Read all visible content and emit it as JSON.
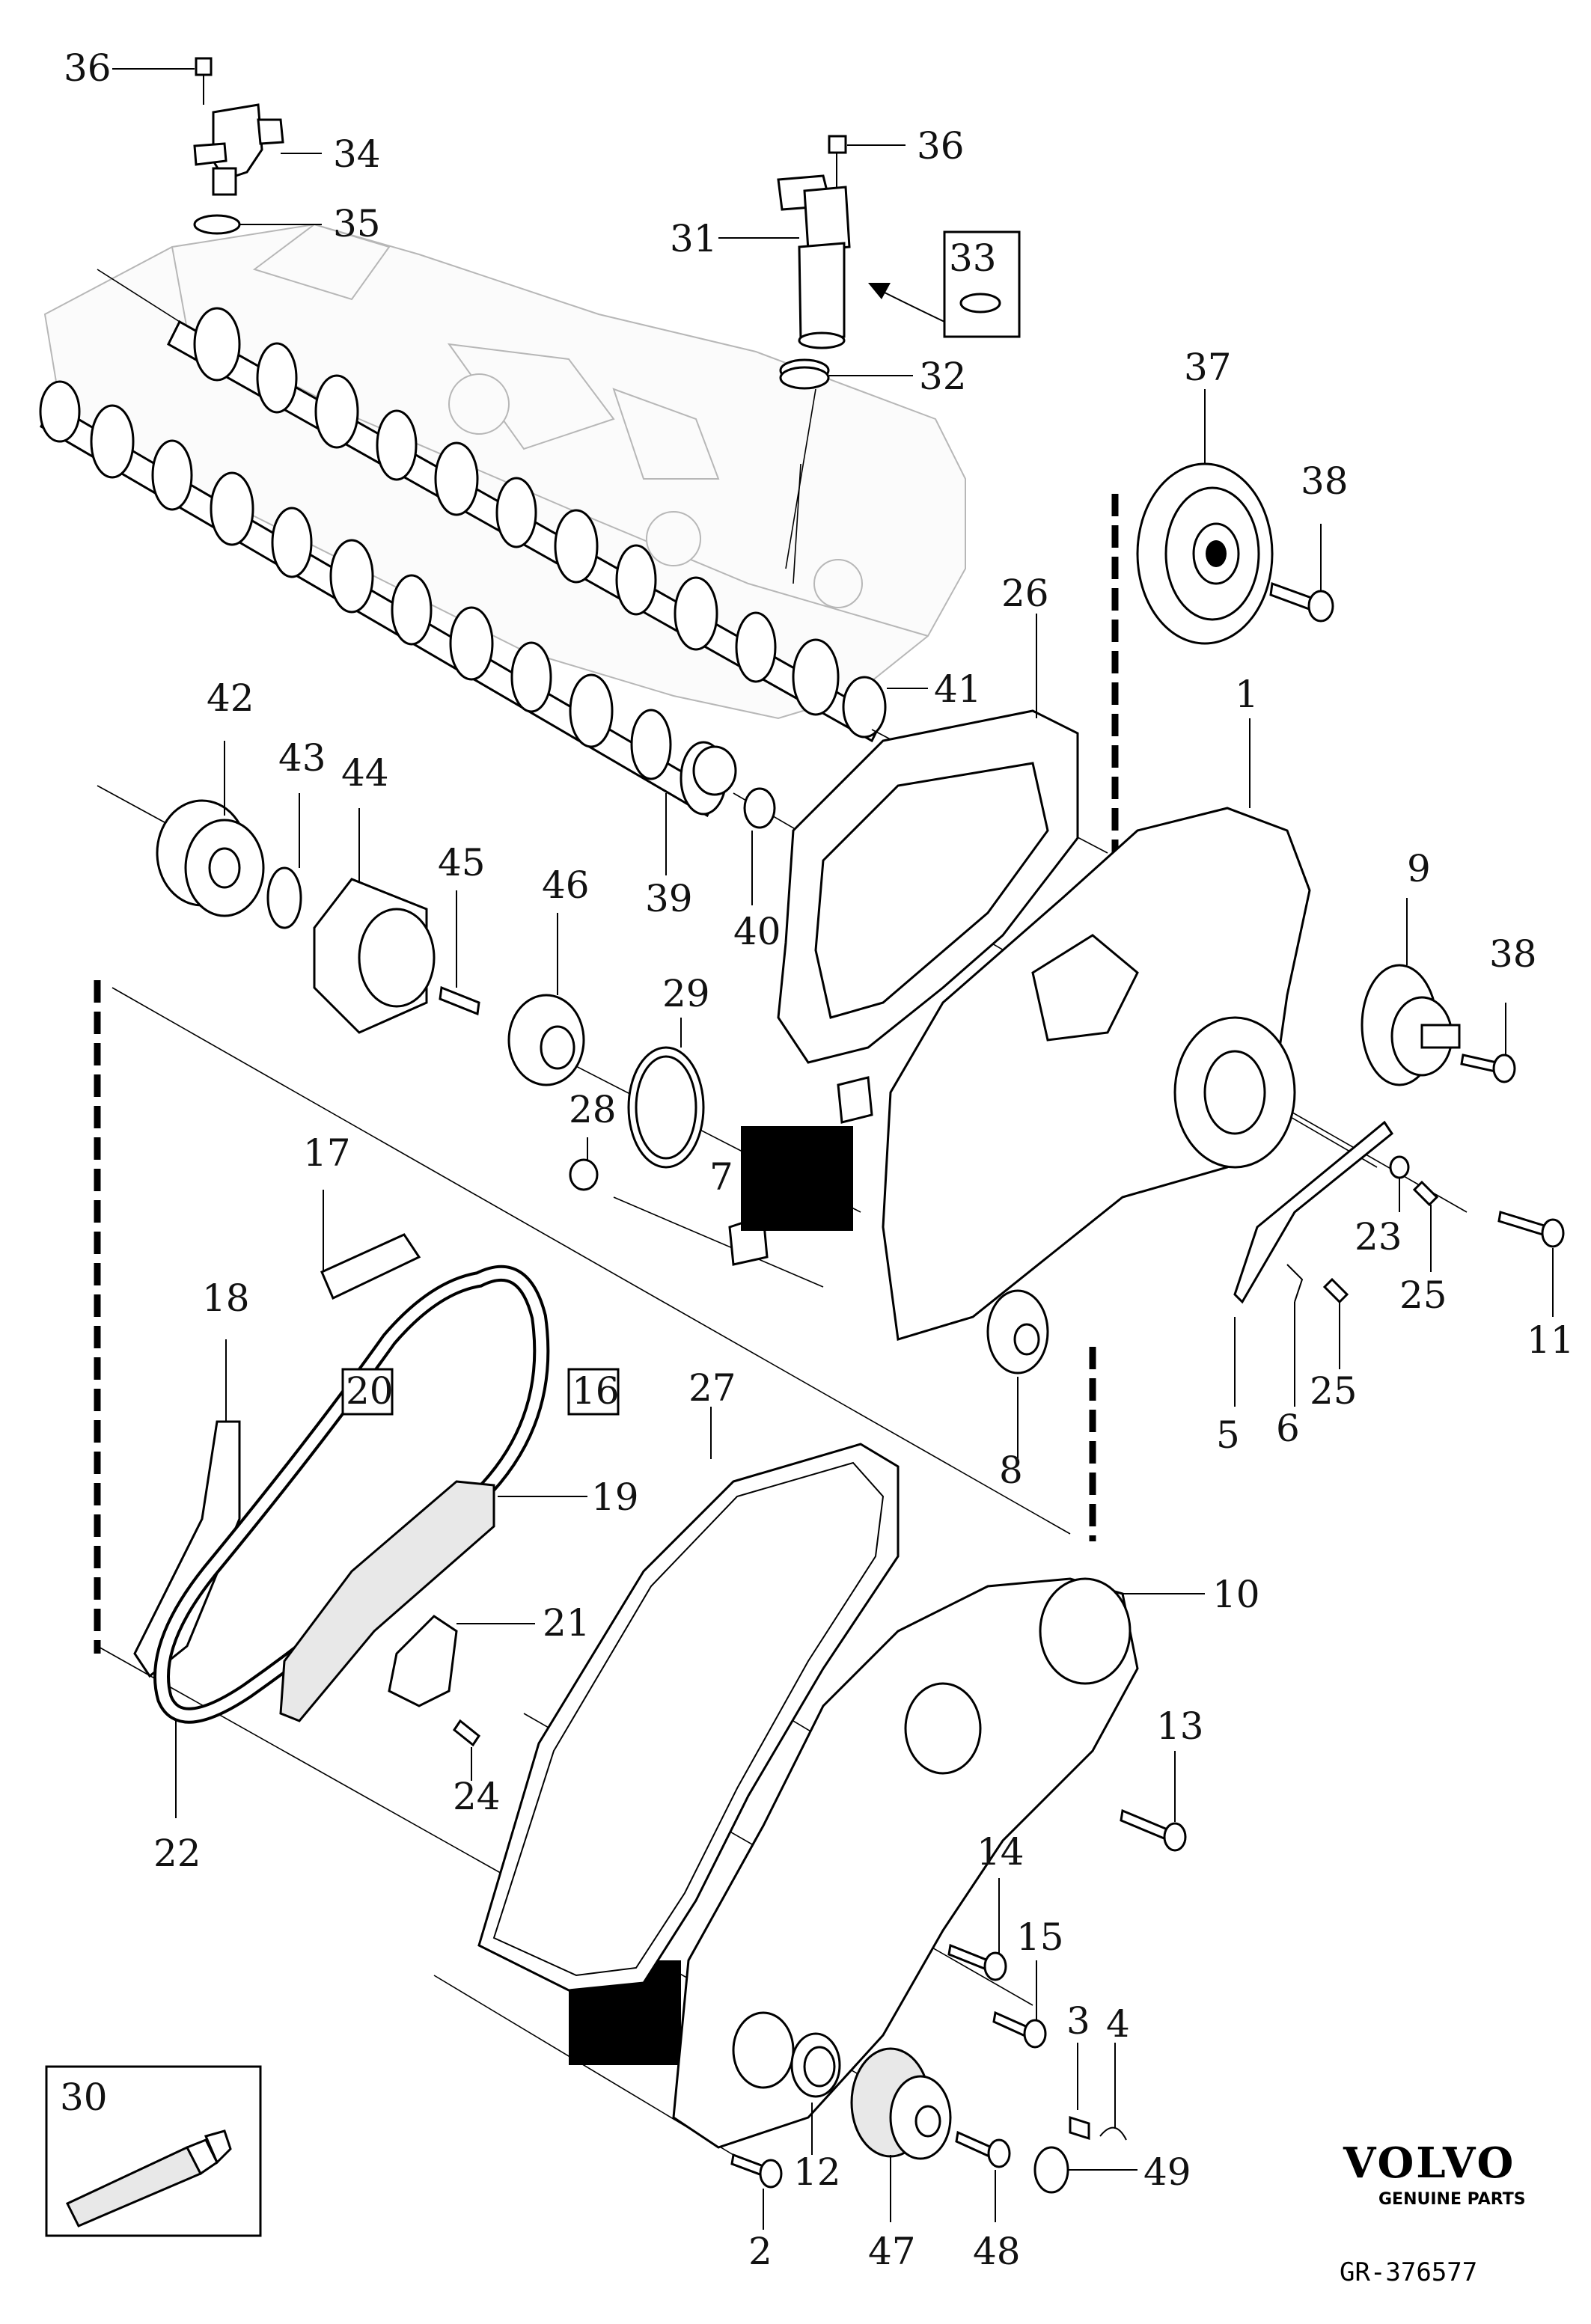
{
  "diagram": {
    "reference_code": "GR-376577",
    "brand": {
      "name": "VOLVO",
      "tagline": "GENUINE PARTS"
    },
    "callouts": [
      "1",
      "2",
      "3",
      "4",
      "5",
      "6",
      "7",
      "8",
      "9",
      "10",
      "11",
      "12",
      "13",
      "14",
      "15",
      "16",
      "17",
      "18",
      "19",
      "20",
      "21",
      "22",
      "23",
      "24",
      "25",
      "26",
      "27",
      "28",
      "29",
      "30",
      "31",
      "32",
      "33",
      "34",
      "35",
      "36",
      "37",
      "38",
      "39",
      "40",
      "41",
      "42",
      "43",
      "44",
      "45",
      "46",
      "47",
      "48",
      "49"
    ],
    "boxed_callouts": [
      "16",
      "20",
      "30",
      "33"
    ],
    "colors": {
      "line": "#000000",
      "ghost_part": "#b7b7b7",
      "background": "#ffffff",
      "redaction": "#000000"
    },
    "icons": [
      "sealant-tube-icon",
      "arrow-icon",
      "o-ring-icon"
    ]
  }
}
